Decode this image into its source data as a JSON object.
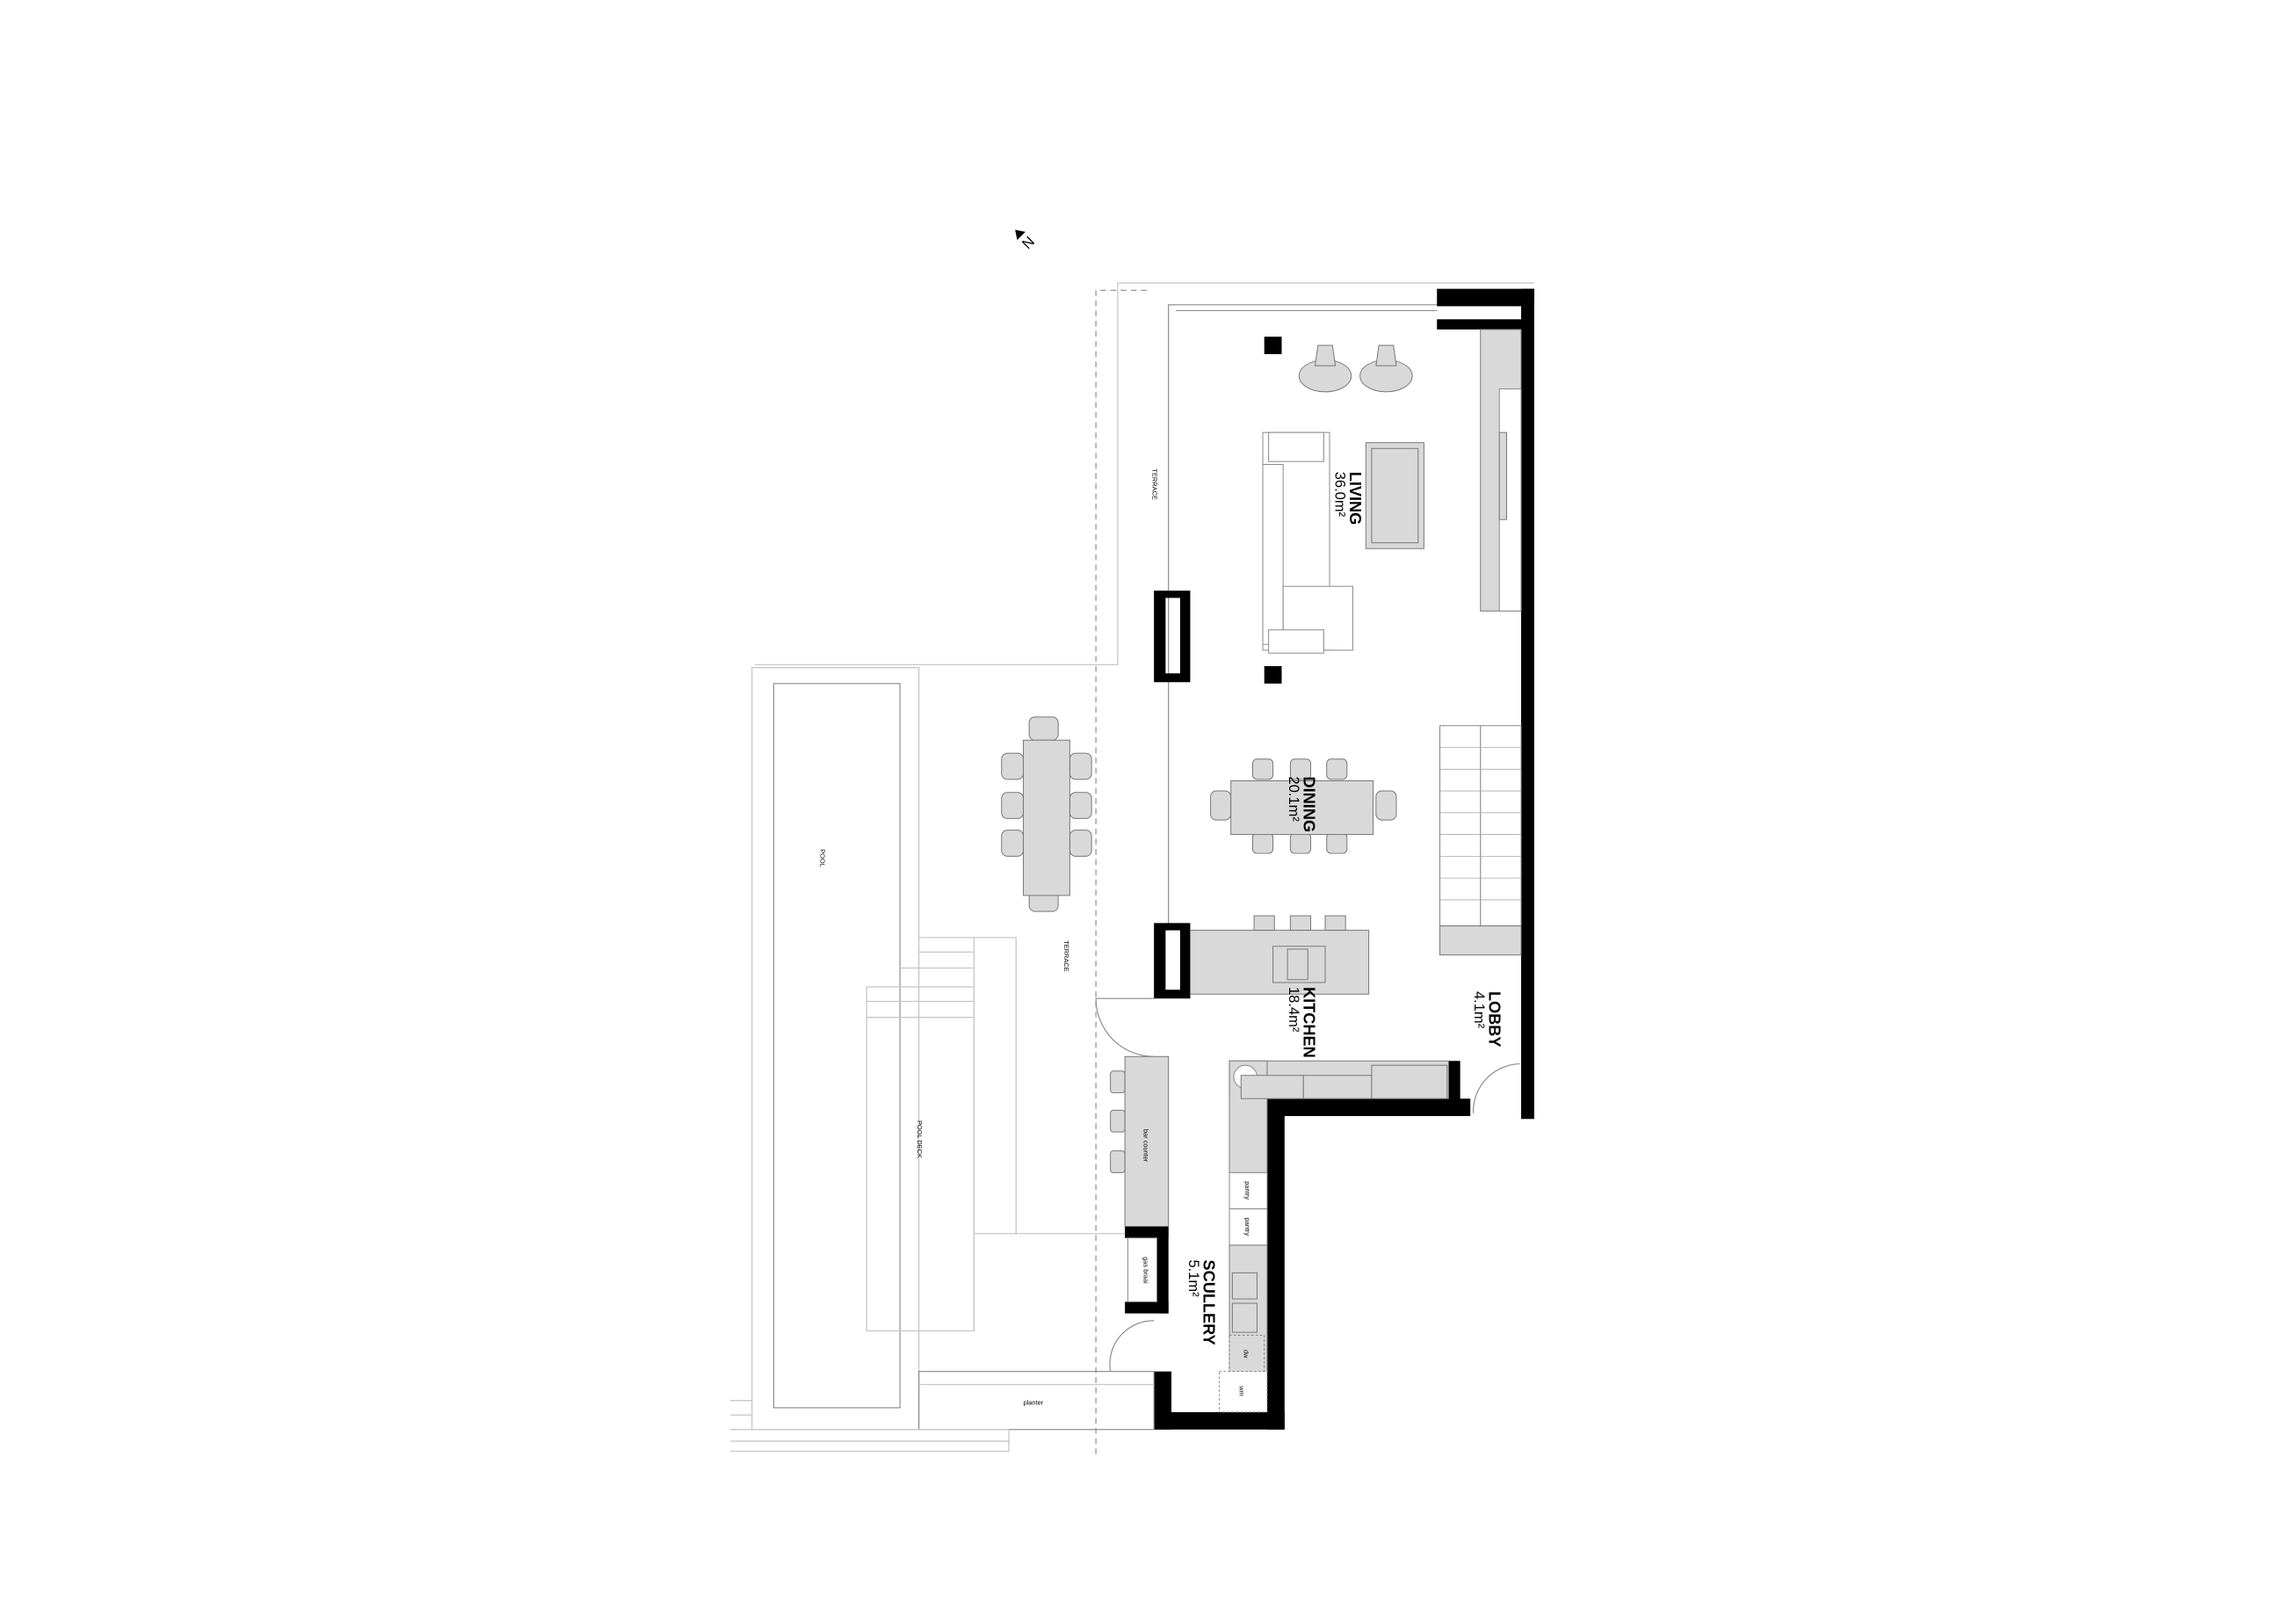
{
  "plan": {
    "north_label": "N",
    "rooms": [
      {
        "name": "LIVING",
        "area": "36.0m²"
      },
      {
        "name": "DINING",
        "area": "20.1m²"
      },
      {
        "name": "KITCHEN",
        "area": "18.4m²"
      },
      {
        "name": "LOBBY",
        "area": "4.1m²"
      },
      {
        "name": "SCULLERY",
        "area": "5.1m²"
      }
    ],
    "areas": {
      "terrace_upper": "TERRACE",
      "terrace_lower": "TERRACE",
      "pool": "POOL",
      "pool_deck": "POOL DECK",
      "planter": "planter",
      "bar_counter": "bar counter",
      "gas_braai": "gas braai",
      "pantry_1": "pantry",
      "pantry_2": "pantry",
      "dishwasher": "dw",
      "washing_machine": "wm"
    },
    "colors": {
      "wall": "#000000",
      "furniture": "#d9d9d9",
      "outline": "#c8c8c8"
    }
  }
}
